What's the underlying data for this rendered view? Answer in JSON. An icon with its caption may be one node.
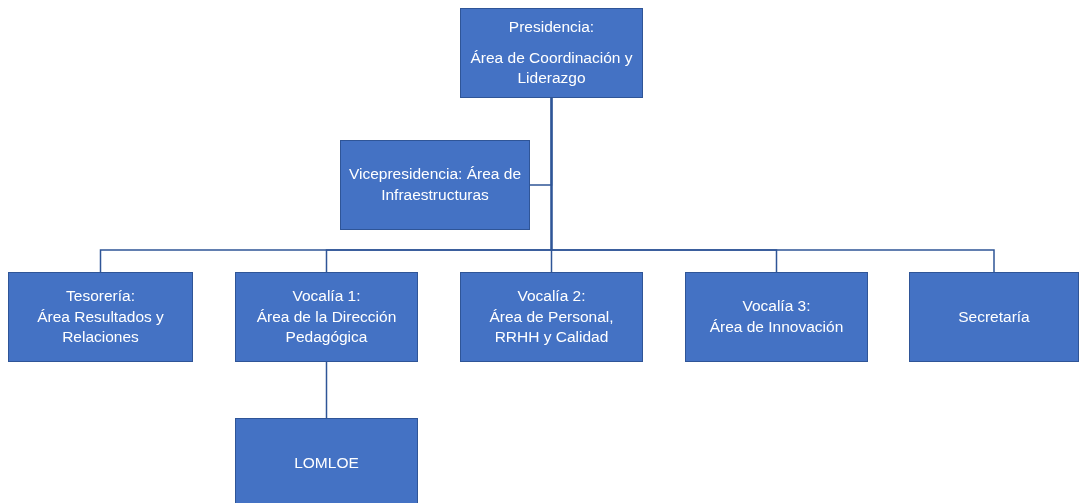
{
  "diagram": {
    "nodes": [
      {
        "text": [
          "Presidencia:",
          "Área de Coordinación y Liderazgo"
        ]
      },
      {
        "text": [
          "Vicepresidencia:  Área de Infraestructuras"
        ]
      },
      {
        "text": [
          "Tesorería:",
          "Área Resultados y Relaciones"
        ]
      },
      {
        "text": [
          "Vocalía 1:",
          "Área de la Dirección Pedagógica"
        ]
      },
      {
        "text": [
          "Vocalía 2:",
          "Área de Personal, RRHH y Calidad"
        ]
      },
      {
        "text": [
          "Vocalía 3:",
          "Área de Innovación"
        ]
      },
      {
        "text": [
          "Secretaría"
        ]
      },
      {
        "text": [
          "LOMLOE"
        ]
      }
    ],
    "edges": [
      {
        "from": 0,
        "to": 1,
        "arrow": "none"
      },
      {
        "from": 0,
        "to": 2,
        "arrow": "none"
      },
      {
        "from": 0,
        "to": 3,
        "arrow": "none"
      },
      {
        "from": 0,
        "to": 4,
        "arrow": "none"
      },
      {
        "from": 0,
        "to": 5,
        "arrow": "none"
      },
      {
        "from": 0,
        "to": 6,
        "arrow": "none"
      },
      {
        "from": 3,
        "to": 7,
        "arrow": "none"
      }
    ]
  }
}
